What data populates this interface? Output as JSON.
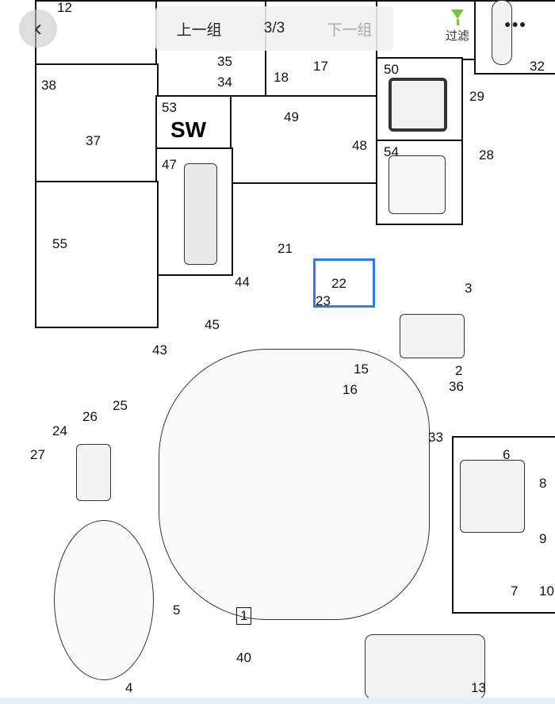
{
  "nav": {
    "prev_label": "上一组",
    "page": "3/3",
    "next_label": "下一组",
    "filter_label": "过滤",
    "back_icon": "chevron-left-icon",
    "more_icon": "more-icon"
  },
  "diagram": {
    "sw_label": "SW",
    "callouts": [
      "12",
      "35",
      "34",
      "18",
      "17",
      "50",
      "32",
      "29",
      "38",
      "37",
      "53",
      "49",
      "48",
      "54",
      "28",
      "47",
      "55",
      "21",
      "44",
      "22",
      "23",
      "3",
      "45",
      "2",
      "43",
      "15",
      "16",
      "36",
      "26",
      "25",
      "24",
      "33",
      "27",
      "6",
      "8",
      "9",
      "1",
      "5",
      "7",
      "40",
      "4",
      "13",
      "10"
    ]
  }
}
